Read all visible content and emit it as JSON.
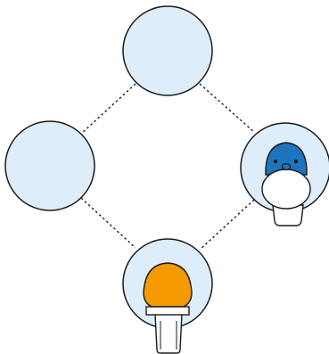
{
  "board": {
    "node_fill": "#ddeefa",
    "node_stroke": "#1a1a1a",
    "edge_style": "dotted",
    "nodes": [
      {
        "id": "top",
        "occupant": null
      },
      {
        "id": "left",
        "occupant": null
      },
      {
        "id": "right",
        "occupant": "blue-piece"
      },
      {
        "id": "bottom",
        "occupant": "orange-piece"
      }
    ],
    "edges": [
      [
        "top",
        "right"
      ],
      [
        "top",
        "left"
      ],
      [
        "left",
        "bottom"
      ],
      [
        "right",
        "bottom"
      ]
    ]
  },
  "pieces": {
    "blue": {
      "name": "blue-piece",
      "color": "#1e73be",
      "face_color": "#ffffff"
    },
    "orange": {
      "name": "orange-piece",
      "color": "#f59a00"
    }
  }
}
